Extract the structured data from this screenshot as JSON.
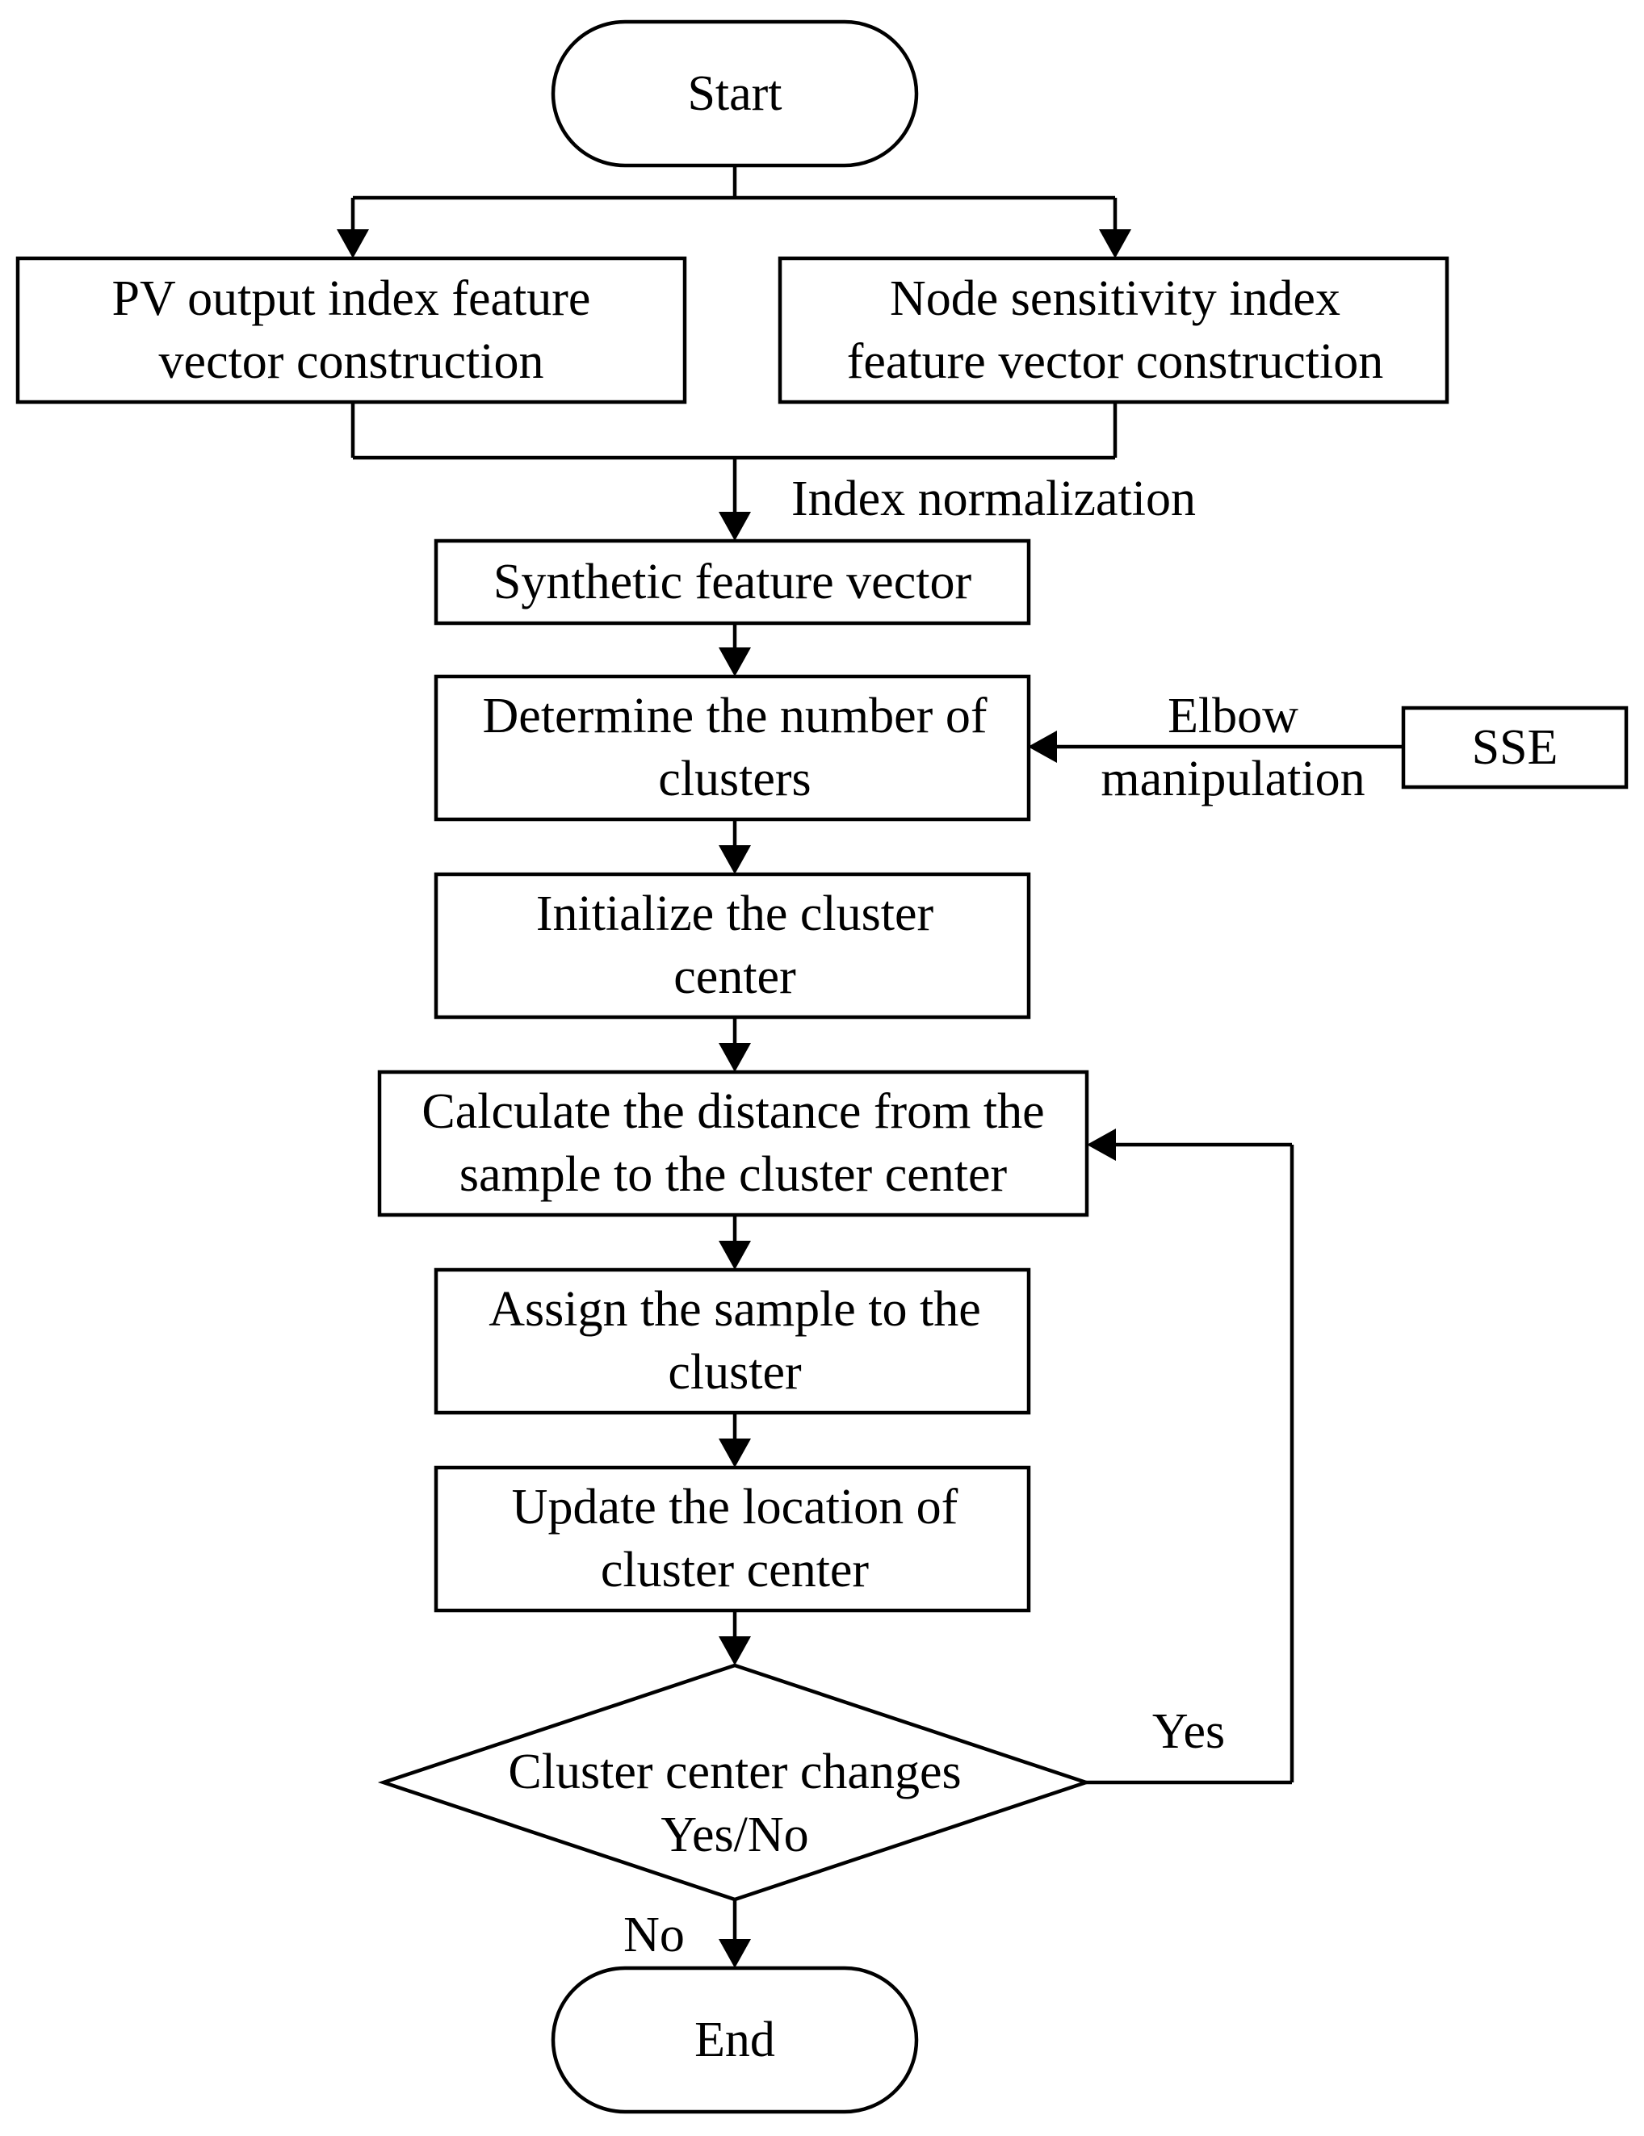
{
  "nodes": {
    "start": "Start",
    "pv_output": [
      "PV output index feature",
      "vector construction"
    ],
    "node_sensitivity": [
      "Node sensitivity index",
      "feature vector construction"
    ],
    "synthetic_vector": "Synthetic feature vector",
    "determine_clusters": [
      "Determine the number of",
      "clusters"
    ],
    "sse": "SSE",
    "initialize_center": [
      "Initialize the cluster",
      "center"
    ],
    "calculate_distance": [
      "Calculate the distance from the",
      "sample to the cluster center"
    ],
    "assign_sample": [
      "Assign the sample to the",
      "cluster"
    ],
    "update_location": [
      "Update the location of",
      "cluster center"
    ],
    "decision": [
      "Cluster center changes",
      "Yes/No"
    ],
    "end": "End"
  },
  "edge_labels": {
    "index_normalization": "Index normalization",
    "elbow_manipulation": [
      "Elbow",
      "manipulation"
    ],
    "yes": "Yes",
    "no": "No"
  }
}
